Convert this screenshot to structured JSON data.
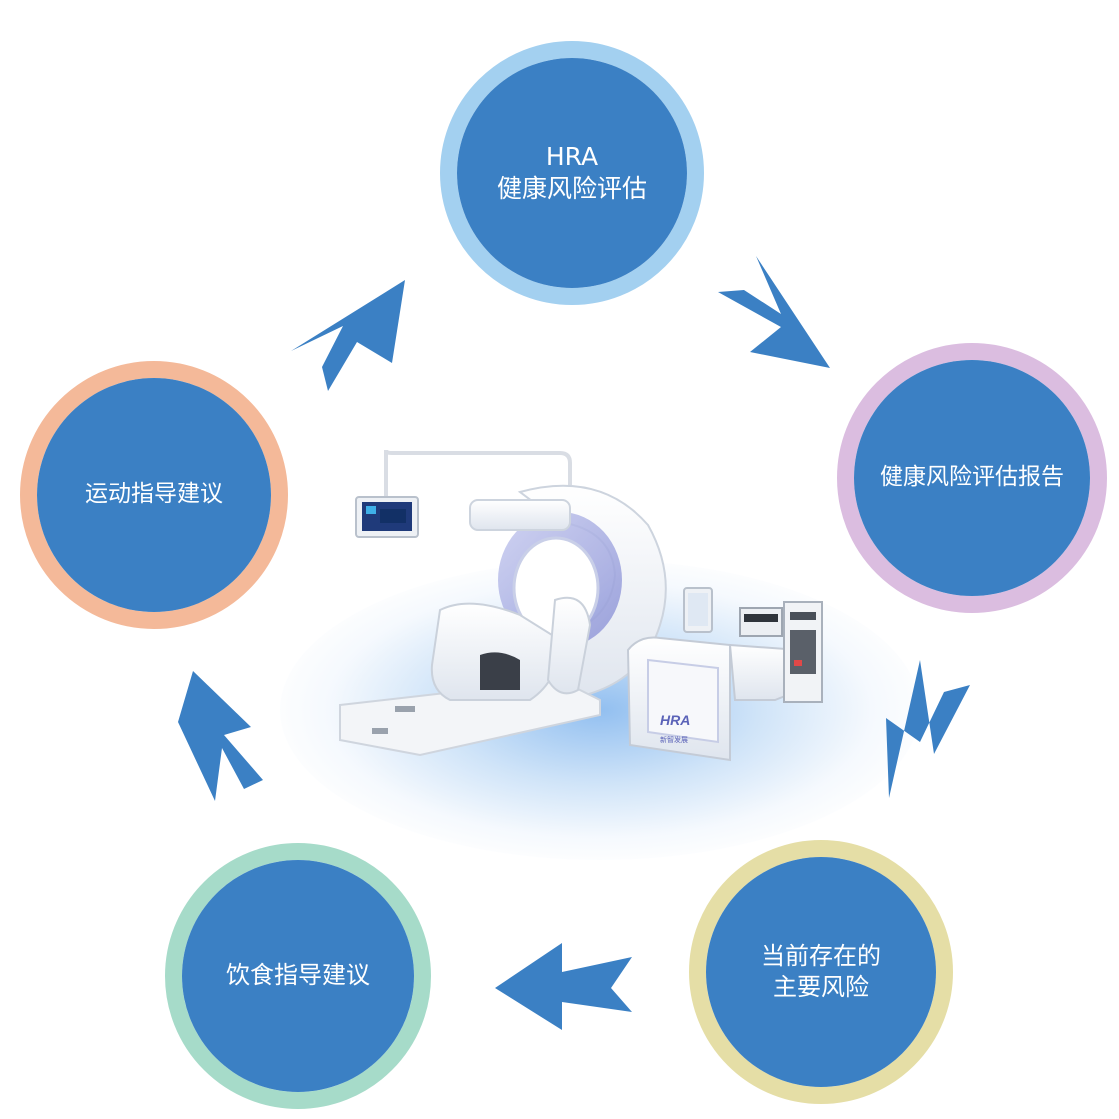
{
  "diagram": {
    "nodes": {
      "hra": {
        "lines": [
          "HRA",
          "健康风险评估"
        ],
        "ring_color": "#a3d0f0"
      },
      "report": {
        "lines": [
          "健康风险评估报告"
        ],
        "ring_color": "#dbbde0"
      },
      "risk": {
        "lines": [
          "当前存在的",
          "主要风险"
        ],
        "ring_color": "#e5dea6"
      },
      "diet": {
        "lines": [
          "饮食指导建议"
        ],
        "ring_color": "#a6dbc9"
      },
      "exercise": {
        "lines": [
          "运动指导建议"
        ],
        "ring_color": "#f4b999"
      }
    },
    "fill_color": "#3b80c4",
    "arrow_color": "#3b80c4",
    "device": {
      "logo": "HRA",
      "brand": "新智发展"
    }
  }
}
